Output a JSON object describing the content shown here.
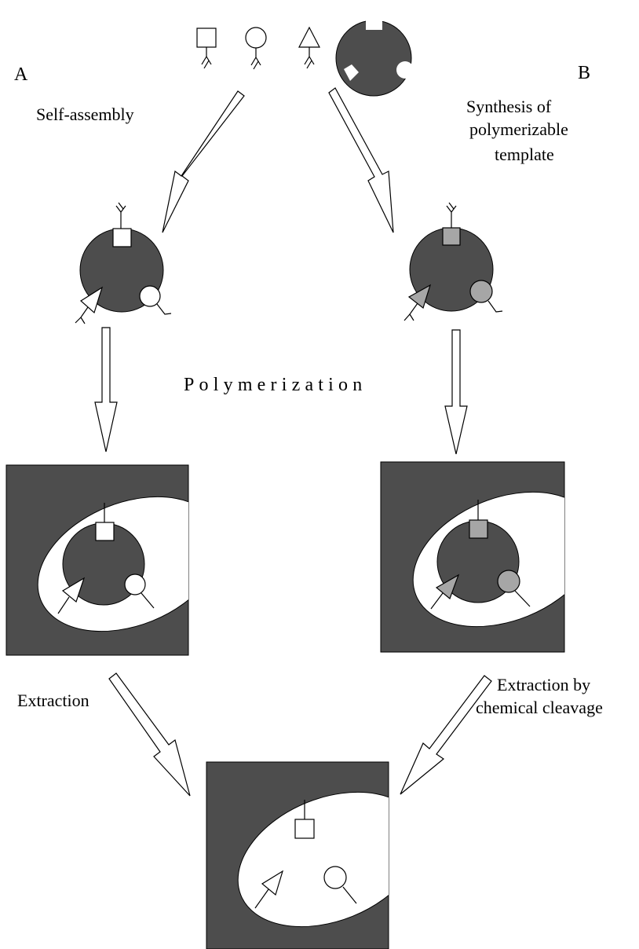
{
  "colors": {
    "matrix": "#4d4d4d",
    "functional_monomer_covalent": "#a6a6a6",
    "functional_monomer_noncovalent": "#ffffff",
    "outline": "#000000"
  },
  "labels": {
    "path_a": "A",
    "path_b": "B",
    "self_assembly": "Self-assembly",
    "synthesis_line1": "Synthesis of",
    "synthesis_line2": "polymerizable",
    "synthesis_line3": "template",
    "polymerization": "Polymerization",
    "extraction": "Extraction",
    "extraction_cleavage_line1": "Extraction by",
    "extraction_cleavage_line2": "chemical cleavage"
  },
  "icons": {
    "monomers": [
      "square-monomer-icon",
      "circle-monomer-icon",
      "triangle-monomer-icon"
    ],
    "template": "template-molecule-icon"
  }
}
